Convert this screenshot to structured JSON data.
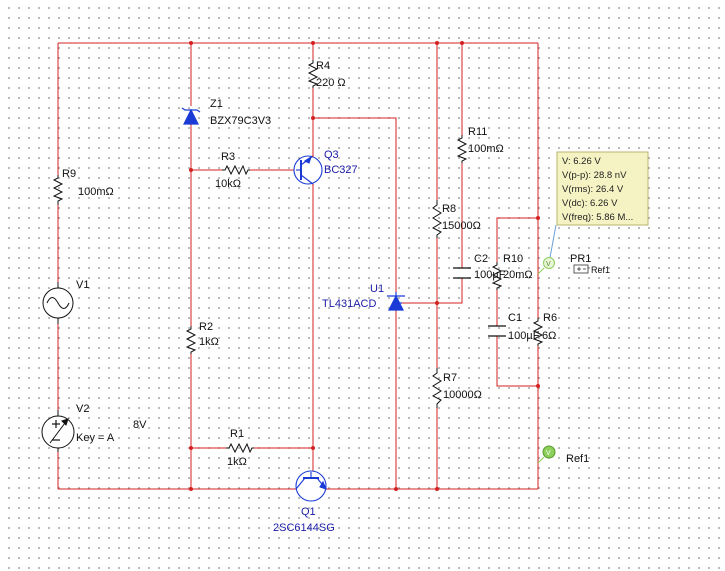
{
  "components": {
    "Z1": {
      "ref": "Z1",
      "value": "BZX79C3V3"
    },
    "R4": {
      "ref": "R4",
      "value": "220 Ω"
    },
    "R3": {
      "ref": "R3",
      "value": "10kΩ"
    },
    "Q3": {
      "ref": "Q3",
      "value": "BC327"
    },
    "R11": {
      "ref": "R11",
      "value": "100mΩ"
    },
    "R9": {
      "ref": "R9",
      "value": "100mΩ"
    },
    "R8": {
      "ref": "R8",
      "value": "15000Ω"
    },
    "C2": {
      "ref": "C2",
      "value": "100µF"
    },
    "R10": {
      "ref": "R10",
      "value": "20mΩ"
    },
    "V1": {
      "ref": "V1"
    },
    "U1": {
      "ref": "U1",
      "value": "TL431ACD"
    },
    "C1": {
      "ref": "C1",
      "value": "100µF"
    },
    "R6": {
      "ref": "R6",
      "value": "6Ω"
    },
    "R2": {
      "ref": "R2",
      "value": "1kΩ"
    },
    "R7": {
      "ref": "R7",
      "value": "10000Ω"
    },
    "V2": {
      "ref": "V2",
      "value": "8V",
      "key": "Key = A"
    },
    "R1": {
      "ref": "R1",
      "value": "1kΩ"
    },
    "Q1": {
      "ref": "Q1",
      "value": "2SC6144SG"
    }
  },
  "probe": {
    "name": "PR1",
    "ref": "Ref1",
    "readings": [
      "V: 6.26 V",
      "V(p-p): 28.8 nV",
      "V(rms): 26.4 V",
      "V(dc): 6.26 V",
      "V(freq): 5.86 M..."
    ]
  },
  "ground_probe": {
    "name": "Ref1"
  },
  "colors": {
    "wire": "#d42020",
    "component": "#111111",
    "semiconductor": "#1a3bd6",
    "probe_box": "#f5f3c4",
    "probe_border": "#b9b56a",
    "probe_icon": "#8ccf5a"
  }
}
